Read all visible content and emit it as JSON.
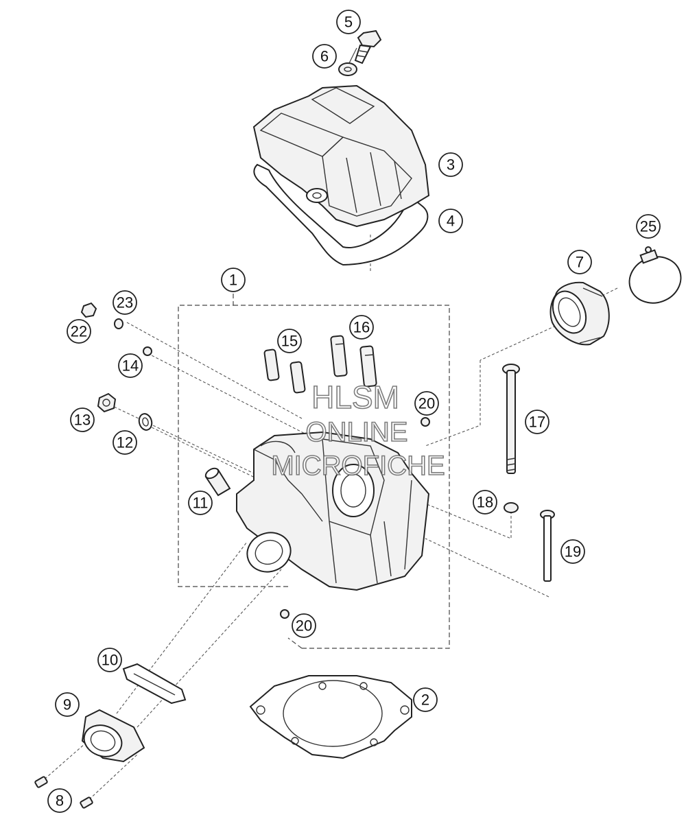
{
  "callouts": [
    {
      "id": "1",
      "label": "1"
    },
    {
      "id": "2",
      "label": "2"
    },
    {
      "id": "3",
      "label": "3"
    },
    {
      "id": "4",
      "label": "4"
    },
    {
      "id": "5",
      "label": "5"
    },
    {
      "id": "6",
      "label": "6"
    },
    {
      "id": "7",
      "label": "7"
    },
    {
      "id": "8",
      "label": "8"
    },
    {
      "id": "9",
      "label": "9"
    },
    {
      "id": "10",
      "label": "10"
    },
    {
      "id": "11",
      "label": "11"
    },
    {
      "id": "12",
      "label": "12"
    },
    {
      "id": "13",
      "label": "13"
    },
    {
      "id": "14",
      "label": "14"
    },
    {
      "id": "15",
      "label": "15"
    },
    {
      "id": "16",
      "label": "16"
    },
    {
      "id": "17",
      "label": "17"
    },
    {
      "id": "18",
      "label": "18"
    },
    {
      "id": "19",
      "label": "19"
    },
    {
      "id": "20a",
      "label": "20"
    },
    {
      "id": "20b",
      "label": "20"
    },
    {
      "id": "22",
      "label": "22"
    },
    {
      "id": "23",
      "label": "23"
    },
    {
      "id": "25",
      "label": "25"
    }
  ],
  "watermark": {
    "line1": "HLSM",
    "line2": "ONLINE",
    "line3": "MICROFICHE"
  }
}
